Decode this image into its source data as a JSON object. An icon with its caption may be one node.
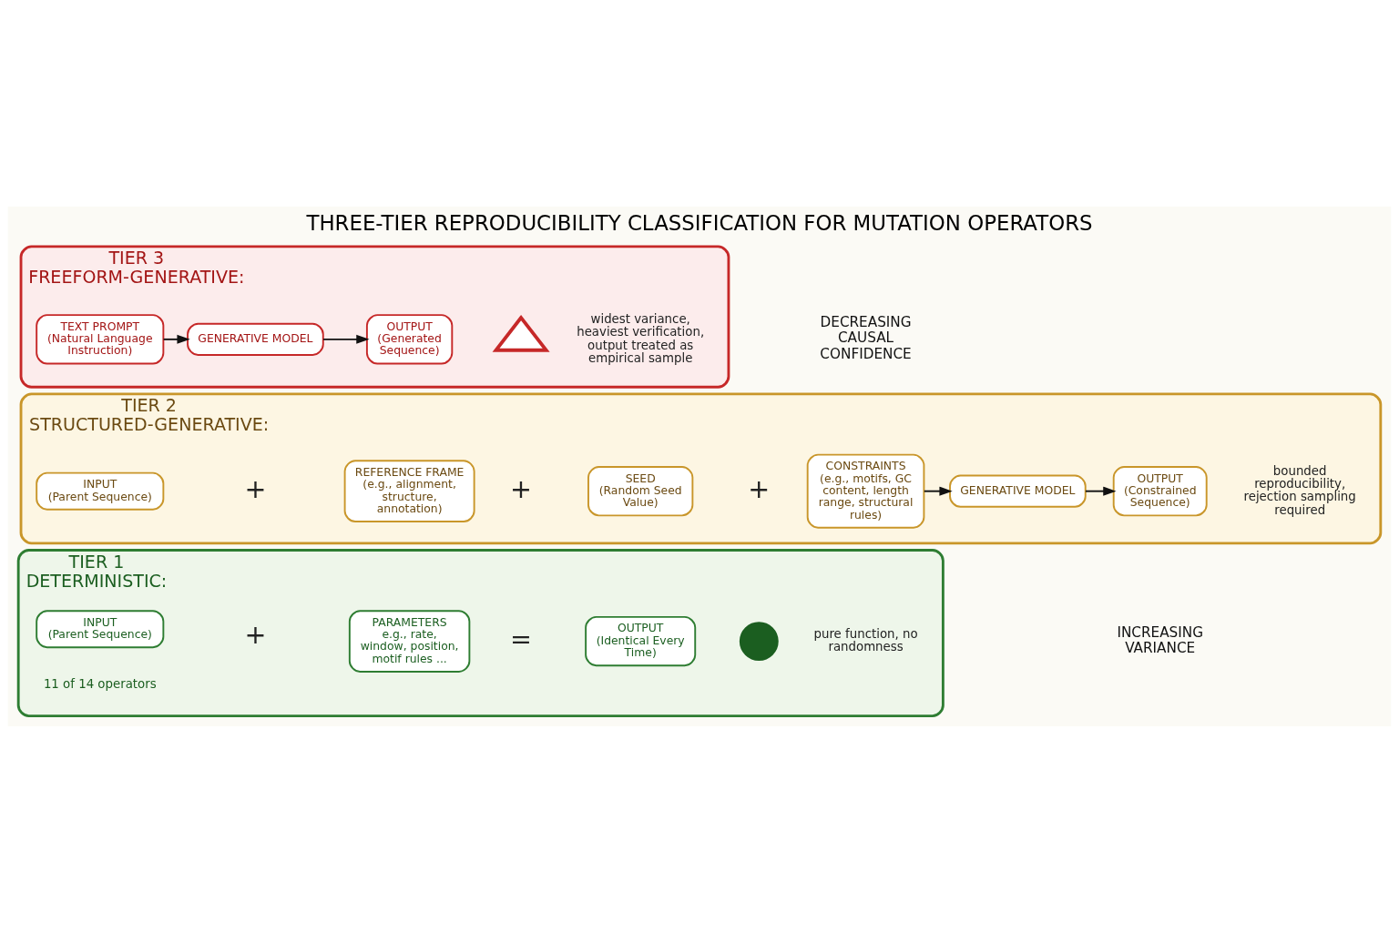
{
  "diagram": {
    "title": "THREE-TIER REPRODUCIBILITY CLASSIFICATION FOR MUTATION OPERATORS",
    "nodes": [
      {
        "text": [
          "TIER 1",
          "DETERMINISTIC:"
        ]
      },
      {
        "text": [
          "INPUT",
          "(Parent Sequence)"
        ],
        "in": 0
      },
      {
        "text": [
          "PARAMETERS",
          "e.g., rate, window, position, motif rules ..."
        ],
        "in": 0
      },
      {
        "text": [
          "OUTPUT",
          "(Identical Every Time)"
        ],
        "in": 0
      },
      {
        "text": [],
        "shape": "circle",
        "in": 0
      },
      {
        "text": [
          "TIER 2",
          "STRUCTURED-GENERATIVE:"
        ]
      },
      {
        "text": [
          "INPUT",
          "(Parent Sequence)"
        ],
        "in": 5
      },
      {
        "text": [
          "REFERENCE FRAME",
          "(e.g., alignment, structure, annotation)"
        ],
        "in": 5
      },
      {
        "text": [
          "SEED",
          "(Random Seed Value)"
        ],
        "in": 5
      },
      {
        "text": [
          "CONSTRAINTS",
          "(e.g., motifs, GC content, length range, structural rules)"
        ],
        "in": 5
      },
      {
        "text": [
          "GENERATIVE MODEL"
        ],
        "in": 5
      },
      {
        "text": [
          "OUTPUT",
          "(Constrained Sequence)"
        ],
        "in": 5
      },
      {
        "text": [
          "TIER 3",
          "FREEFORM-GENERATIVE:"
        ]
      },
      {
        "text": [
          "TEXT PROMPT",
          "(Natural Language Instruction)"
        ],
        "in": 12
      },
      {
        "text": [
          "GENERATIVE MODEL"
        ],
        "in": 12
      },
      {
        "text": [
          "OUTPUT",
          "(Generated Sequence)"
        ],
        "in": 12
      },
      {
        "text": [],
        "shape": "triangle",
        "in": 12
      }
    ],
    "edges": [
      {
        "from": 9,
        "to": 10,
        "arrow": "to"
      },
      {
        "from": 10,
        "to": 11,
        "arrow": "to"
      },
      {
        "from": 13,
        "to": 14,
        "arrow": "to"
      },
      {
        "from": 14,
        "to": 15,
        "arrow": "to"
      }
    ],
    "labels": [
      "+",
      "=",
      "pure function, no randomness",
      "11 of 14 operators",
      "INCREASING VARIANCE",
      "+",
      "+",
      "+",
      "bounded reproducibility, rejection sampling required",
      "DECREASING CAUSAL CONFIDENCE",
      "widest variance, heaviest verification, output treated as empirical sample"
    ]
  }
}
